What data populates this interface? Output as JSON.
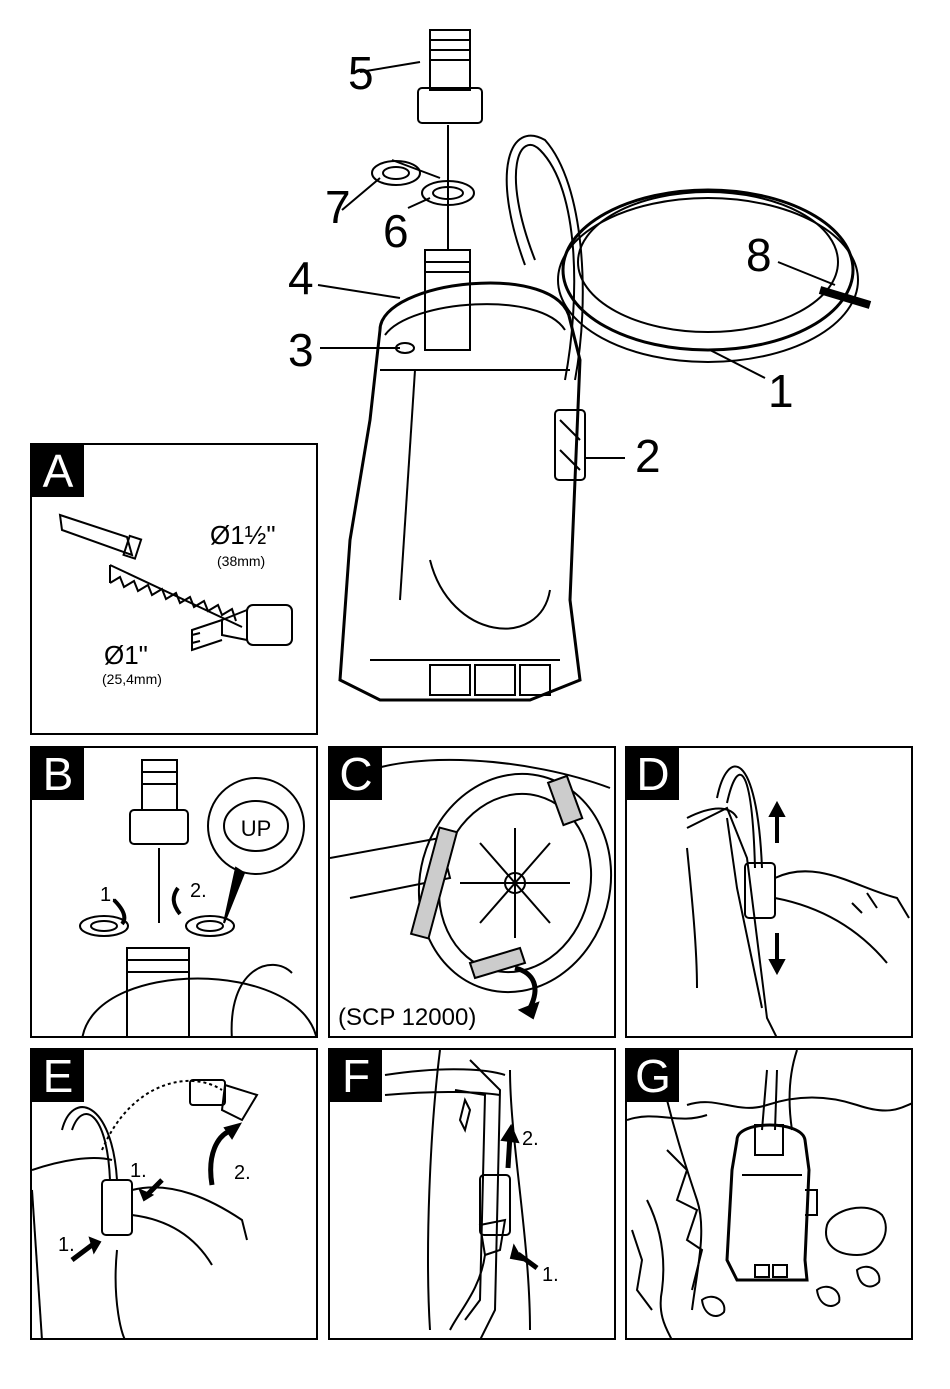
{
  "main": {
    "callouts": [
      "1",
      "2",
      "3",
      "4",
      "5",
      "6",
      "7",
      "8"
    ]
  },
  "panels": {
    "A": {
      "letter": "A",
      "dia_large": "Ø1½\"",
      "mm_large": "(38mm)",
      "dia_small": "Ø1\"",
      "mm_small": "(25,4mm)"
    },
    "B": {
      "letter": "B",
      "step1": "1.",
      "step2": "2.",
      "up_mark": "UP"
    },
    "C": {
      "letter": "C",
      "model": "(SCP 12000)"
    },
    "D": {
      "letter": "D"
    },
    "E": {
      "letter": "E",
      "step1a": "1.",
      "step1b": "1.",
      "step2": "2."
    },
    "F": {
      "letter": "F",
      "step1": "1.",
      "step2": "2."
    },
    "G": {
      "letter": "G"
    }
  }
}
